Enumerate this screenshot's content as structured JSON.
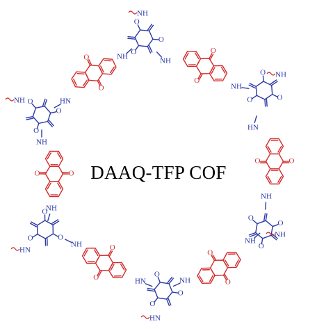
{
  "title": "DAAQ-TFP COF",
  "labels": {
    "oxygen": "O",
    "amine": "NH",
    "hn": "HN"
  },
  "colors": {
    "anthraquinone": "#d12b2b",
    "tfp_core": "#2b3aa6",
    "text": "#000000"
  }
}
